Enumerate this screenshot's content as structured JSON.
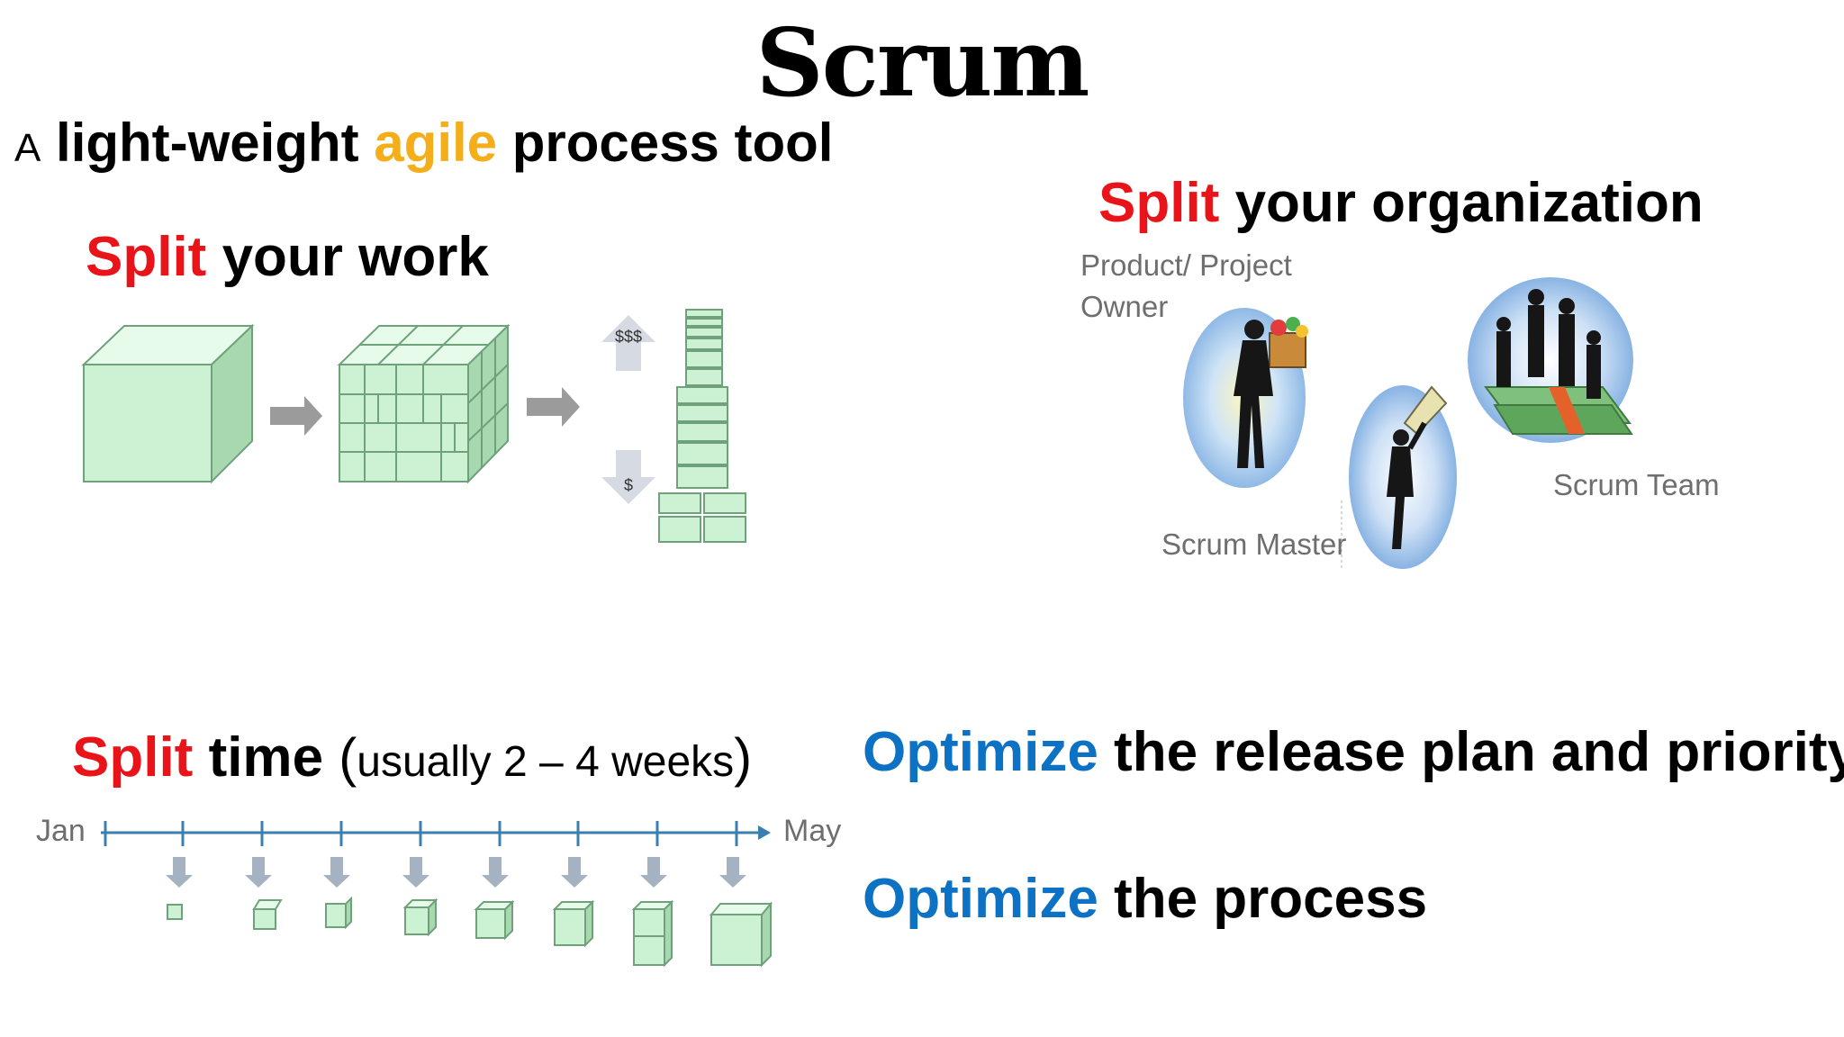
{
  "title": "Scrum",
  "subtitle": {
    "prefix": "A",
    "part1": "light-weight",
    "accent": "agile",
    "part2": "process tool"
  },
  "split_work": {
    "accent": "Split",
    "rest": "your work",
    "up_label": "$$$",
    "down_label": "$"
  },
  "split_org": {
    "accent": "Split",
    "rest": "your organization",
    "roles": {
      "owner_line1": "Product/ Project",
      "owner_line2": "Owner",
      "master": "Scrum Master",
      "team": "Scrum Team"
    }
  },
  "split_time": {
    "accent": "Split",
    "rest": "time",
    "note": "usually 2 – 4 weeks",
    "start": "Jan",
    "end": "May"
  },
  "optimize": [
    {
      "accent": "Optimize",
      "rest": "the release plan and priority"
    },
    {
      "accent": "Optimize",
      "rest": "the process"
    }
  ],
  "colors": {
    "red": "#e8141a",
    "blue": "#0e72c4",
    "amber": "#f3ae1a",
    "cube_face": "#d4f5da",
    "cube_edge": "#6fa27a"
  }
}
